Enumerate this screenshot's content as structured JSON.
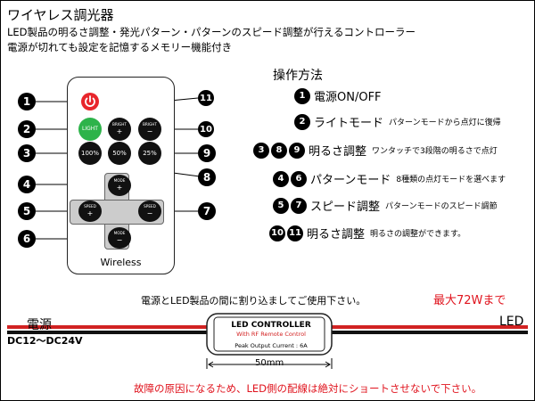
{
  "header": {
    "title": "ワイヤレス調光器",
    "desc1": "LED製品の明るさ調整・発光パターン・パターンのスピード調整が行えるコントローラー",
    "desc2": "電源が切れても設定を記憶するメモリー機能付き"
  },
  "remote": {
    "light_label": "LIGHT",
    "bright_label": "BRIGHT",
    "plus": "+",
    "minus": "−",
    "pct100": "100%",
    "pct50": "50%",
    "pct25": "25%",
    "mode_label": "MODE",
    "speed_label": "SPEED",
    "wireless": "Wireless",
    "power_color": "#e8262c",
    "light_color": "#2db34a"
  },
  "callouts": {
    "n1": "1",
    "n2": "2",
    "n3": "3",
    "n4": "4",
    "n5": "5",
    "n6": "6",
    "n7": "7",
    "n8": "8",
    "n9": "9",
    "n10": "10",
    "n11": "11"
  },
  "operations": {
    "title": "操作方法",
    "power": "電源ON/OFF",
    "light_mode": "ライトモード",
    "light_mode_sub": "パターンモードから点灯に復帰",
    "brightness": "明るさ調整",
    "brightness_sub": "ワンタッチで3段階の明るさで点灯",
    "pattern_mode": "パターンモード",
    "pattern_mode_sub": "8種類の点灯モードを選べます",
    "speed": "スピード調整",
    "speed_sub": "パターンモードのスピード調節",
    "brightness2": "明るさ調整",
    "brightness2_sub": "明るさの調整ができます。"
  },
  "wiring": {
    "note": "電源とLED製品の間に割り込ましてご使用下さい。",
    "max": "最大72Wまで",
    "power_label": "電源",
    "voltage": "DC12～DC24V",
    "led_label": "LED",
    "controller_title": "LED CONTROLLER",
    "controller_sub": "With RF Remote Control",
    "controller_current": "Peak Output Current : 6A",
    "dimension": "50mm",
    "warning": "故障の原因になるため、LED側の配線は絶対にショートさせないで下さい。"
  }
}
